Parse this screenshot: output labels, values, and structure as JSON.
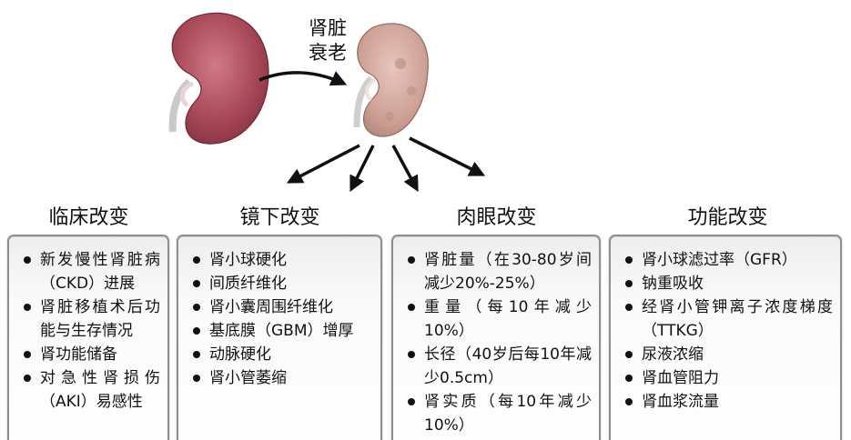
{
  "top": {
    "label_line1": "肾脏",
    "label_line2": "衰老"
  },
  "columns": [
    {
      "title": "临床改变",
      "items": [
        "新发慢性肾脏病（CKD）进展",
        "肾脏移植术后功能与生存情况",
        "肾功能储备",
        "对急性肾损伤（AKI）易感性"
      ]
    },
    {
      "title": "镜下改变",
      "items": [
        "肾小球硬化",
        "间质纤维化",
        "肾小囊周围纤维化",
        "基底膜（GBM）增厚",
        "动脉硬化",
        "肾小管萎缩"
      ]
    },
    {
      "title": "肉眼改变",
      "items": [
        "肾脏量（在30-80岁间减少20%-25%）",
        "重量（每10年减少10%）",
        "长径（40岁后每10年减少0.5cm）",
        "肾实质（每10年减少10%）"
      ]
    },
    {
      "title": "功能改变",
      "items": [
        "肾小球滤过率（GFR）",
        "钠重吸收",
        "经肾小管钾离子浓度梯度（TTKG）",
        "尿液浓缩",
        "肾血管阻力",
        "肾血浆流量"
      ]
    }
  ]
}
